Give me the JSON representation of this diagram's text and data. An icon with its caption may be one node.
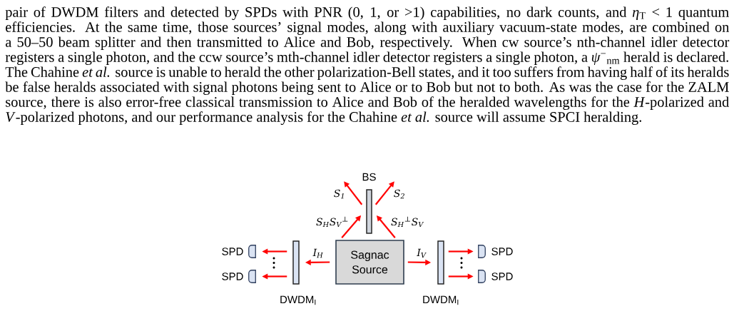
{
  "diagram": {
    "nodes": [
      {
        "text": [
          "BS"
        ]
      },
      {
        "text": [
          "Sagnac Source"
        ]
      },
      {
        "text": [
          "DWDM$_{I}$"
        ]
      },
      {
        "text": [
          "DWDM$_{I}$"
        ]
      },
      {
        "text": [
          "SPD"
        ]
      },
      {
        "text": [
          "SPD"
        ]
      },
      {
        "text": [
          "SPD"
        ]
      },
      {
        "text": [
          "SPD"
        ]
      }
    ],
    "edges": [
      {
        "from": 1,
        "to": 0,
        "arrow": "to",
        "label": "S$_{H}$S$_{V}$$^{⊥}$"
      },
      {
        "from": 1,
        "to": 0,
        "arrow": "to",
        "label": "S$_{H}$$^{⊥}$S$_{V}$"
      },
      {
        "from": 0,
        "to": null,
        "arrow": "to",
        "label": "S$_{1}$"
      },
      {
        "from": 0,
        "to": null,
        "arrow": "to",
        "label": "S$_{2}$"
      },
      {
        "from": 1,
        "to": 2,
        "arrow": "to",
        "label": "I$_{H}$"
      },
      {
        "from": 1,
        "to": 3,
        "arrow": "to",
        "label": "I$_{V}$"
      },
      {
        "from": 2,
        "to": 4,
        "arrow": "to"
      },
      {
        "from": 2,
        "to": 5,
        "arrow": "to"
      },
      {
        "from": 3,
        "to": 6,
        "arrow": "to"
      },
      {
        "from": 3,
        "to": 7,
        "arrow": "to"
      }
    ],
    "labels": [
      "pair of DWDM filters and detected by SPDs with PNR (0, 1, or >1) capabilities, no dark counts, and *η*$_{T}$ < 1 quantum efficiencies. At the same time, those sources’ signal modes, along with auxiliary vacuum-state modes, are combined on a 50–50 beam splitter and then transmitted to Alice and Bob, respectively. When cw source’s nth-channel idler detector registers a single photon, and the ccw source’s mth-channel idler detector registers a single photon, a *ψ*$^{−}$$_{nm}$ herald is declared. The Chahine *et al.* source is unable to herald the other polarization-Bell states, and it too suffers from having half of its heralds be false heralds associated with signal photons being sent to Alice or to Bob but not to both. As was the case for the ZALM source, there is also error-free classical transmission to Alice and Bob of the heralded wavelengths for the *H*-polarized and *V*-polarized photons, and our performance analysis for the Chahine *et al.* source will assume SPCI heralding."
    ]
  }
}
